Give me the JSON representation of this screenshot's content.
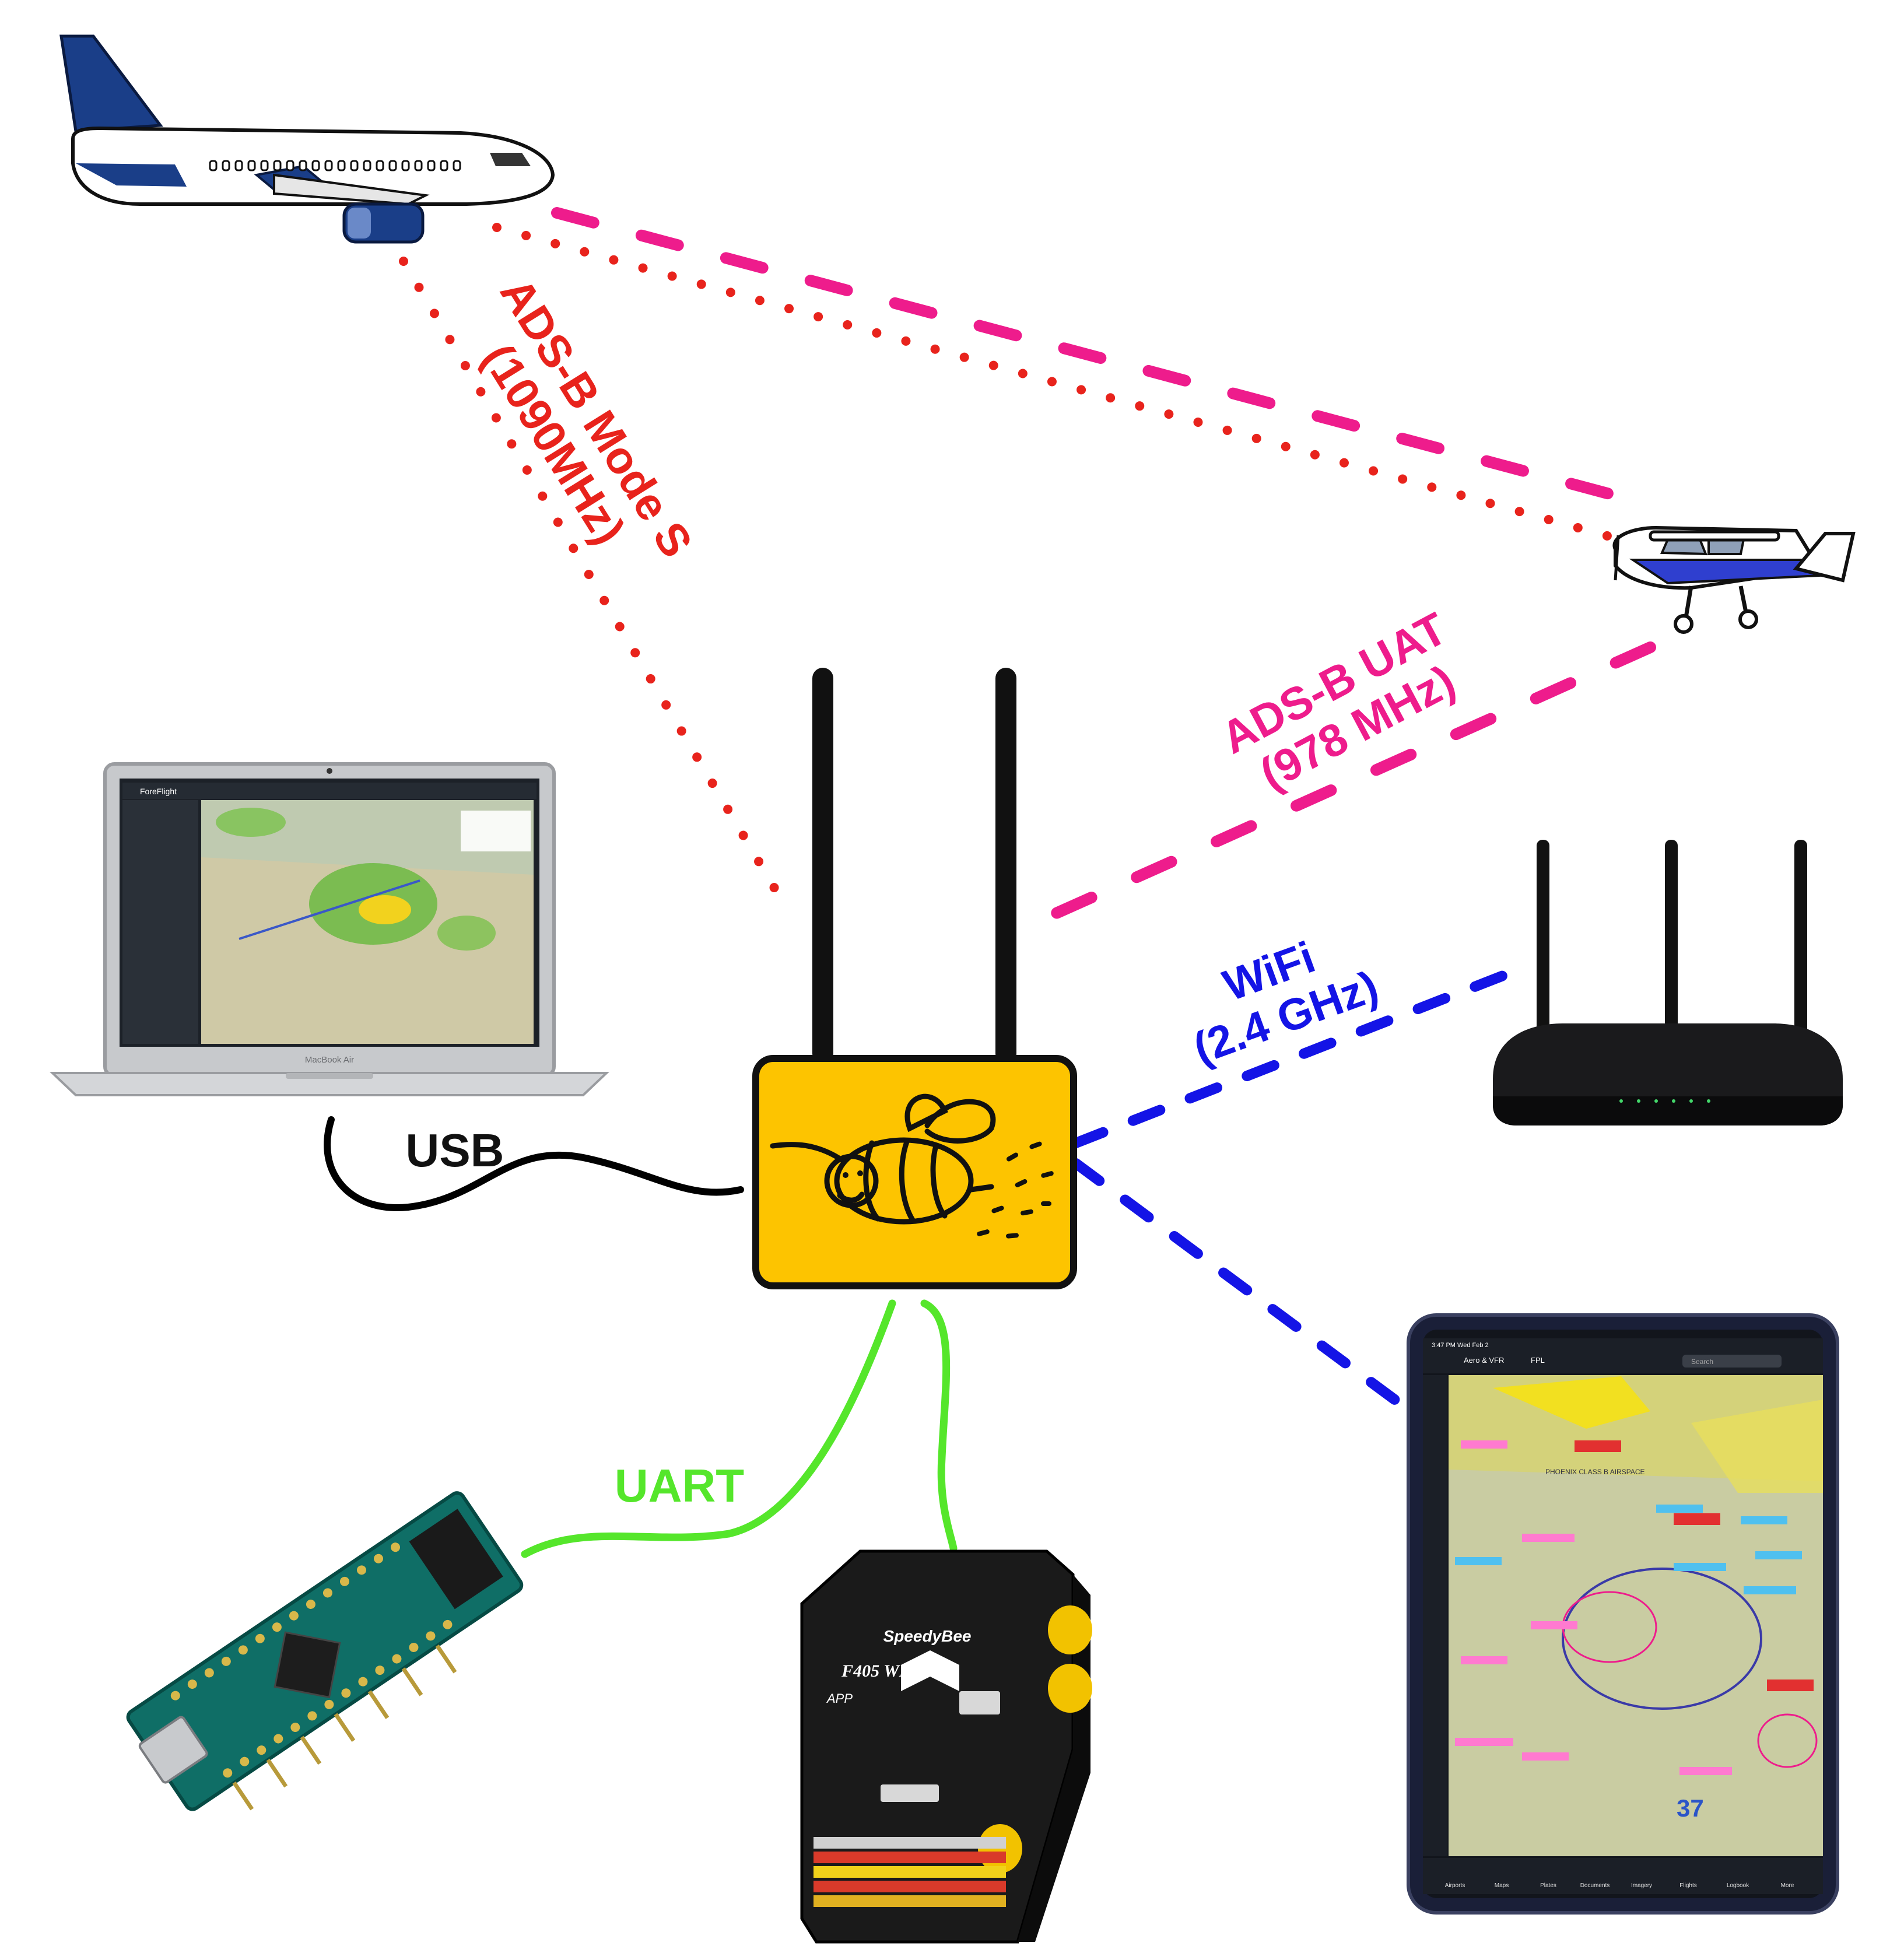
{
  "labels": {
    "mode_s_line1": "ADS-B Mode S",
    "mode_s_line2": "(1090MHz)",
    "uat_line1": "ADS-B UAT",
    "uat_line2": "(978 MHz)",
    "wifi_line1": "WiFi",
    "wifi_line2": "(2.4 GHz)",
    "usb": "USB",
    "uart": "UART"
  },
  "devices": {
    "laptop_brand": "MacBook Air",
    "app_name": "ForeFlight",
    "fc_brand": "SpeedyBee",
    "fc_model": "F405 WING",
    "fc_sub": "APP",
    "tablet_time": "3:47 PM  Wed Feb 2",
    "tablet_map_mode": "Aero & VFR",
    "tablet_fpl": "FPL",
    "tablet_search": "Search",
    "tablet_class_b": "PHOENIX CLASS B AIRSPACE",
    "tablet_tabs": [
      "Airports",
      "Maps",
      "Plates",
      "Documents",
      "Imagery",
      "Flights",
      "Logbook",
      "More"
    ]
  },
  "colors": {
    "mode_s": "#e8231c",
    "uat": "#ee1c8c",
    "wifi": "#1414e6",
    "uart": "#55e62b",
    "usb": "#000000",
    "hub_fill": "#fdc400",
    "airliner_blue": "#1a3e88",
    "cessna_blue": "#2f3fcf"
  },
  "icons": [
    "airliner-icon",
    "cessna-icon",
    "laptop-icon",
    "router-icon",
    "tablet-icon",
    "arduino-icon",
    "flight-controller-icon",
    "bee-receiver-icon"
  ]
}
